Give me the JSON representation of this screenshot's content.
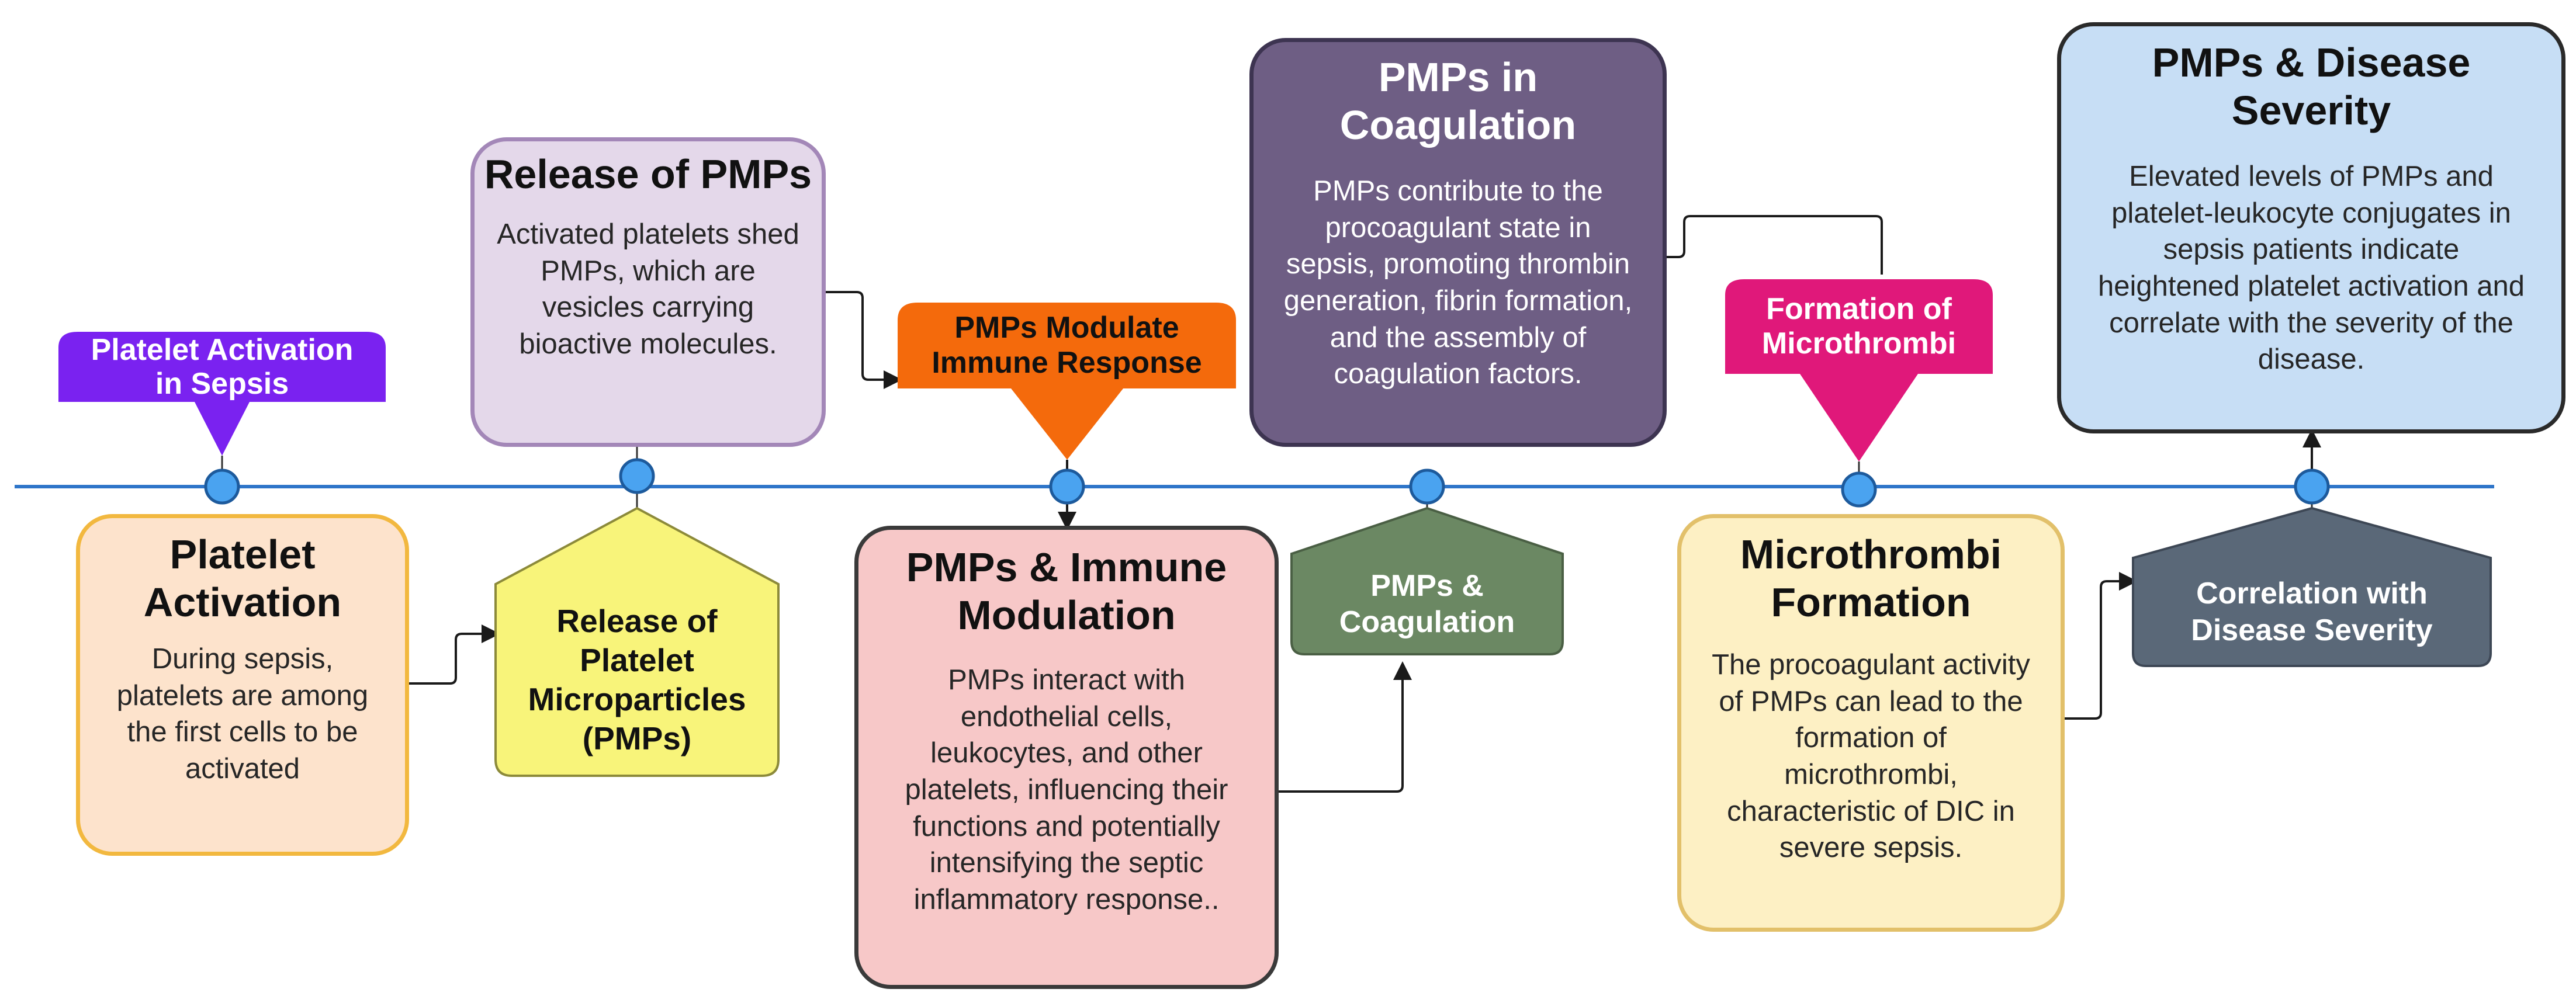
{
  "timeline": {
    "nodes": [
      {
        "id": "platelet-activation",
        "top_callout": "Platelet Activation\nin Sepsis",
        "bottom_card": {
          "title": "Platelet\nActivation",
          "text": "During sepsis,\nplatelets are among\nthe first cells to be\nactivated"
        }
      },
      {
        "id": "release",
        "top_card": {
          "title": "Release of PMPs",
          "text": "Activated platelets shed\nPMPs, which are\nvesicles carrying\nbioactive molecules."
        },
        "bottom_callout": "Release of\nPlatelet\nMicroparticles\n(PMPs)"
      },
      {
        "id": "immune",
        "top_callout": "PMPs Modulate\nImmune Response",
        "bottom_card": {
          "title": "PMPs & Immune\nModulation",
          "text": "PMPs interact with\nendothelial cells,\nleukocytes, and other\nplatelets, influencing their\nfunctions and potentially\nintensifying the septic\ninflammatory response.."
        }
      },
      {
        "id": "coagulation",
        "top_card": {
          "title": "PMPs in\nCoagulation",
          "text": "PMPs contribute to the\nprocoagulant state in\nsepsis, promoting thrombin\ngeneration, fibrin formation,\nand the assembly of\ncoagulation factors."
        },
        "bottom_callout": "PMPs &\nCoagulation"
      },
      {
        "id": "microthrombi",
        "top_callout": "Formation of\nMicrothrombi",
        "bottom_card": {
          "title": "Microthrombi\nFormation",
          "text": "The procoagulant activity\nof PMPs can lead to the\nformation of\nmicrothrombi,\ncharacteristic of DIC in\nsevere sepsis."
        }
      },
      {
        "id": "severity",
        "top_card": {
          "title": "PMPs & Disease\nSeverity",
          "text": "Elevated levels of PMPs and\nplatelet-leukocyte conjugates in\nsepsis patients indicate\nheightened platelet activation and\ncorrelate with the severity of the\ndisease."
        },
        "bottom_callout": "Correlation with\nDisease Severity"
      }
    ]
  },
  "colors": {
    "timeline": "#2e75c9",
    "node_fill": "#4aa3f0",
    "activation_callout": "#7a22f0",
    "activation_card_fill": "#fde3cc",
    "activation_card_border": "#f2b83f",
    "release_card_fill": "#e4d8ea",
    "release_card_border": "#a387b8",
    "release_callout": "#f8f47a",
    "immune_callout": "#f46a0c",
    "immune_card_fill": "#f7c8c8",
    "immune_card_border": "#3a3a3a",
    "coag_card_fill": "#6e5e84",
    "coag_card_border": "#3d3451",
    "coag_callout": "#6b8863",
    "micro_callout": "#e0187a",
    "micro_card_fill": "#fdf0c4",
    "micro_card_border": "#e2c06a",
    "severity_card_fill": "#c7def5",
    "severity_card_border": "#2a2a2a",
    "severity_callout": "#5a6878"
  }
}
